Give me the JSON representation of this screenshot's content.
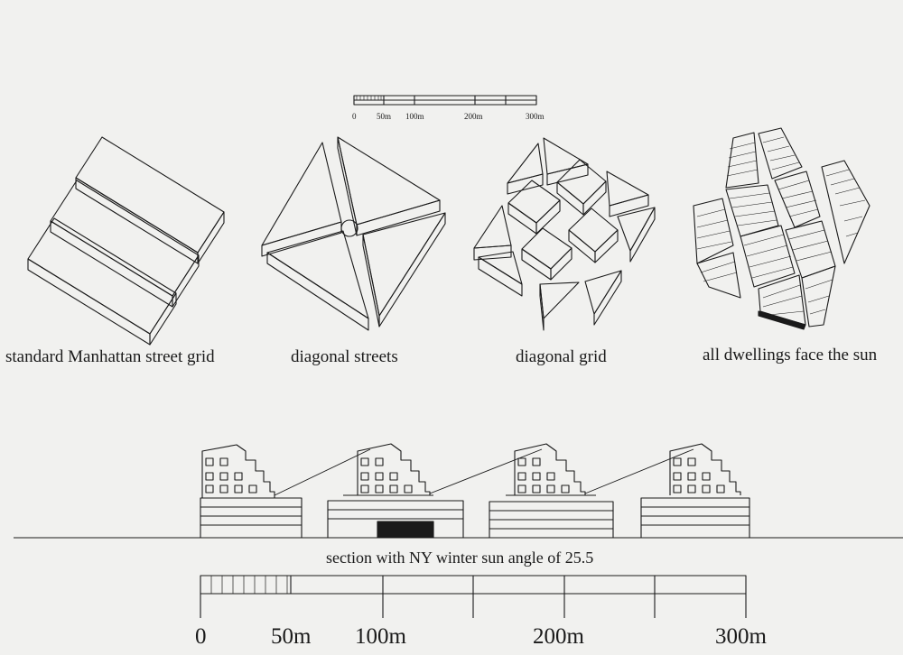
{
  "top_scale": {
    "ticks": [
      "0",
      "50m",
      "100m",
      "200m",
      "300m"
    ]
  },
  "diagrams": [
    {
      "label": "standard Manhattan street grid"
    },
    {
      "label": "diagonal streets"
    },
    {
      "label": "diagonal grid"
    },
    {
      "label": "all dwellings face the sun"
    }
  ],
  "section": {
    "caption": "section with NY winter sun angle of 25.5"
  },
  "bottom_scale": {
    "ticks": [
      "0",
      "50m",
      "100m",
      "200m",
      "300m"
    ]
  },
  "colors": {
    "ink": "#1a1a1a",
    "paper": "#f1f1ef"
  }
}
